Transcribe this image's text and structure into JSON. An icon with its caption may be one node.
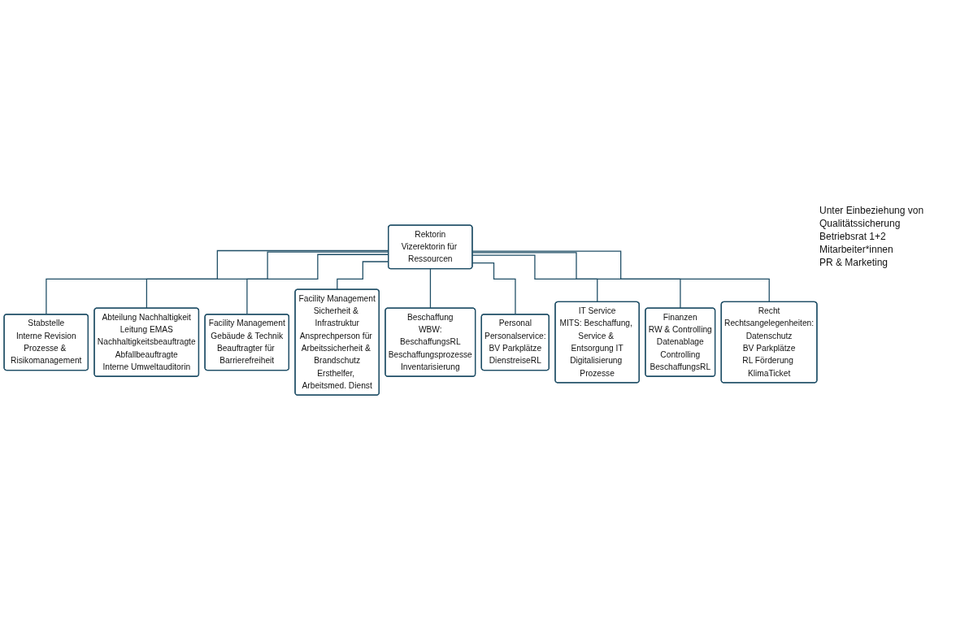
{
  "diagram": {
    "nodes": [
      {
        "text": [
          "Rektorin",
          "Vizerektorin für Ressourcen"
        ]
      },
      {
        "text": [
          "Stabstelle",
          "Interne Revision",
          "Prozesse & Risikomanagement"
        ]
      },
      {
        "text": [
          "Abteilung Nachhaltigkeit",
          "Leitung EMAS",
          "Nachhaltigkeitsbeauftragte",
          "Abfallbeauftragte",
          "Interne Umweltauditorin"
        ]
      },
      {
        "text": [
          "Facility Management",
          "Gebäude & Technik",
          "Beauftragter für Barrierefreiheit"
        ]
      },
      {
        "text": [
          "Facility Management",
          "Sicherheit & Infrastruktur",
          "Ansprechperson für Arbeitssicherheit & Brandschutz",
          "Ersthelfer, Arbeitsmed. Dienst"
        ]
      },
      {
        "text": [
          "Beschaffung",
          "WBW:",
          "BeschaffungsRL",
          "Beschaffungsprozesse",
          "Inventarisierung"
        ]
      },
      {
        "text": [
          "Personal",
          "Personalservice:",
          "BV Parkplätze",
          "DienstreiseRL"
        ]
      },
      {
        "text": [
          "IT Service",
          "MITS: Beschaffung, Service & Entsorgung IT",
          "Digitalisierung Prozesse"
        ]
      },
      {
        "text": [
          "Finanzen",
          "RW & Controlling",
          "Datenablage",
          "Controlling",
          "BeschaffungsRL"
        ]
      },
      {
        "text": [
          "Recht",
          "Rechtsangelegenheiten:",
          "Datenschutz",
          "BV Parkplätze",
          "RL Förderung KlimaTicket"
        ]
      }
    ],
    "edges": [
      {
        "from": 0,
        "to": 1,
        "arrow": "none"
      },
      {
        "from": 0,
        "to": 2,
        "arrow": "none"
      },
      {
        "from": 0,
        "to": 3,
        "arrow": "none"
      },
      {
        "from": 0,
        "to": 4,
        "arrow": "none"
      },
      {
        "from": 0,
        "to": 5,
        "arrow": "none"
      },
      {
        "from": 0,
        "to": 6,
        "arrow": "none"
      },
      {
        "from": 0,
        "to": 7,
        "arrow": "none"
      },
      {
        "from": 0,
        "to": 8,
        "arrow": "none"
      },
      {
        "from": 0,
        "to": 9,
        "arrow": "none"
      }
    ],
    "labels": [
      "Unter Einbeziehung von",
      "Qualitätssicherung",
      "Betriebsrat 1+2",
      "Mitarbeiter*innen",
      "PR & Marketing"
    ]
  }
}
